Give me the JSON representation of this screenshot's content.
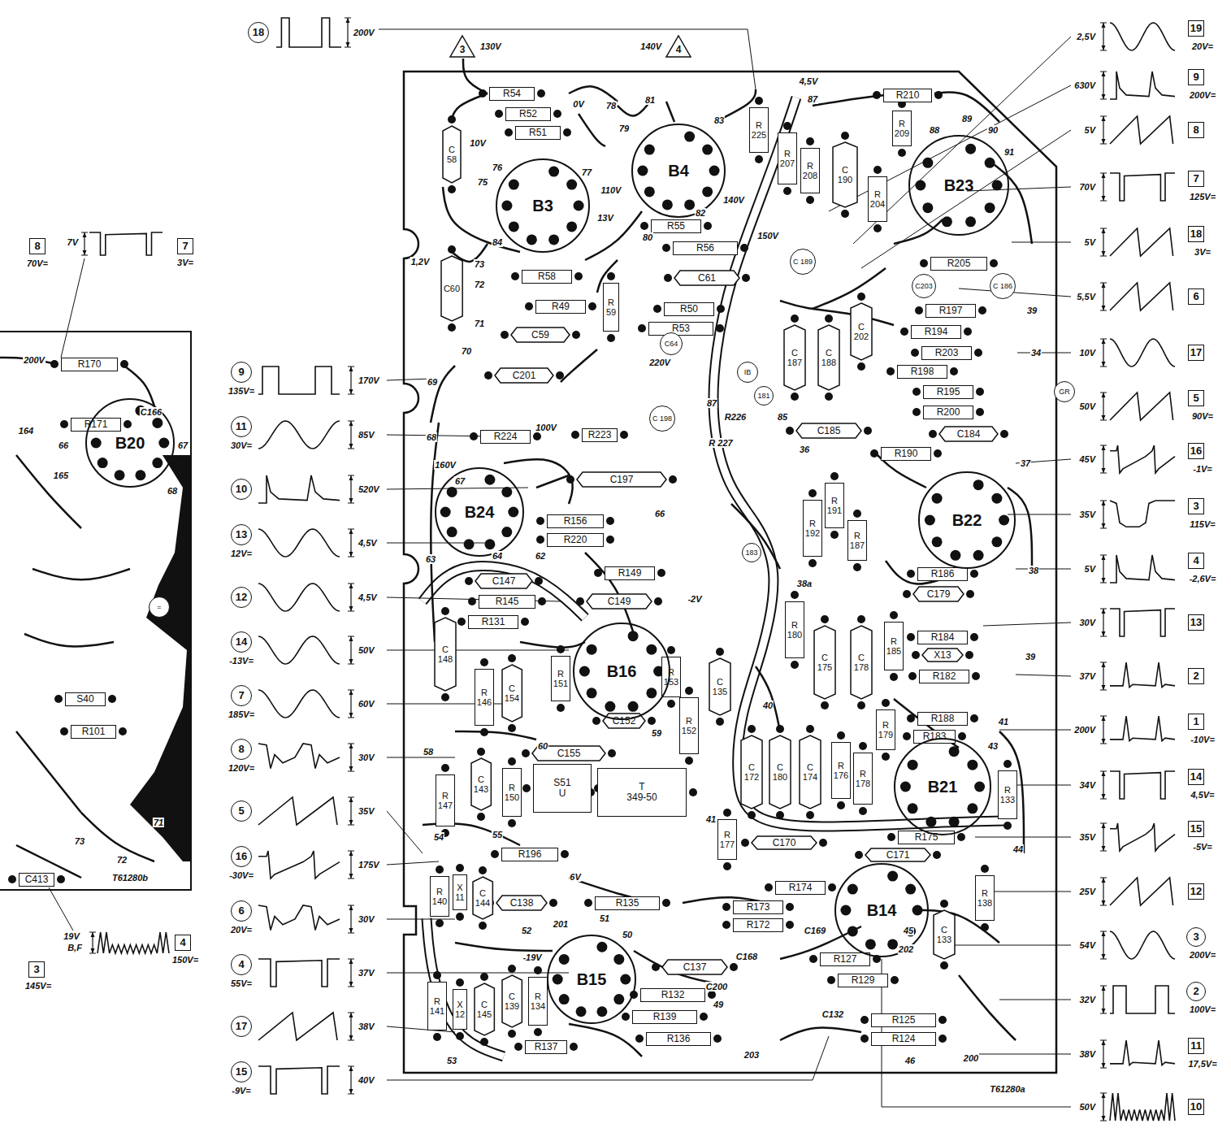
{
  "diagram": {
    "nodes": [
      {
        "text": [
          "R54"
        ]
      },
      {
        "text": [
          "R52"
        ]
      },
      {
        "text": [
          "R51"
        ]
      },
      {
        "text": [
          "C 58"
        ]
      },
      {
        "text": [
          "R210"
        ]
      },
      {
        "text": [
          "R 225"
        ]
      },
      {
        "text": [
          "R 207"
        ]
      },
      {
        "text": [
          "R 208"
        ]
      },
      {
        "text": [
          "C 190"
        ]
      },
      {
        "text": [
          "R 204"
        ]
      },
      {
        "text": [
          "R 209"
        ]
      },
      {
        "text": [
          "R55"
        ]
      },
      {
        "text": [
          "R56"
        ]
      },
      {
        "text": [
          "R58"
        ]
      },
      {
        "text": [
          "C61"
        ]
      },
      {
        "text": [
          "R49"
        ]
      },
      {
        "text": [
          "R50"
        ]
      },
      {
        "text": [
          "R53"
        ]
      },
      {
        "text": [
          "C59"
        ]
      },
      {
        "text": [
          "R 59"
        ]
      },
      {
        "text": [
          "C60"
        ]
      },
      {
        "text": [
          "C201"
        ]
      },
      {
        "text": [
          "R205"
        ]
      },
      {
        "text": [
          "R197"
        ]
      },
      {
        "text": [
          "R194"
        ]
      },
      {
        "text": [
          "R203"
        ]
      },
      {
        "text": [
          "R198"
        ]
      },
      {
        "text": [
          "R195"
        ]
      },
      {
        "text": [
          "R200"
        ]
      },
      {
        "text": [
          "C184"
        ]
      },
      {
        "text": [
          "C185"
        ]
      },
      {
        "text": [
          "R190"
        ]
      },
      {
        "text": [
          "C 187"
        ]
      },
      {
        "text": [
          "C 188"
        ]
      },
      {
        "text": [
          "C 202"
        ]
      },
      {
        "text": [
          "R 192"
        ]
      },
      {
        "text": [
          "R 191"
        ]
      },
      {
        "text": [
          "R 187"
        ]
      },
      {
        "text": [
          "R224"
        ]
      },
      {
        "text": [
          "R223"
        ]
      },
      {
        "text": [
          "C197"
        ]
      },
      {
        "text": [
          "R156"
        ]
      },
      {
        "text": [
          "R220"
        ]
      },
      {
        "text": [
          "C147"
        ]
      },
      {
        "text": [
          "R145"
        ]
      },
      {
        "text": [
          "R149"
        ]
      },
      {
        "text": [
          "C149"
        ]
      },
      {
        "text": [
          "R131"
        ]
      },
      {
        "text": [
          "C 148"
        ]
      },
      {
        "text": [
          "R 146"
        ]
      },
      {
        "text": [
          "C 154"
        ]
      },
      {
        "text": [
          "R 151"
        ]
      },
      {
        "text": [
          "R 153"
        ]
      },
      {
        "text": [
          "C 135"
        ]
      },
      {
        "text": [
          "R 152"
        ]
      },
      {
        "text": [
          "C152"
        ]
      },
      {
        "text": [
          "C155"
        ]
      },
      {
        "text": [
          "R 147"
        ]
      },
      {
        "text": [
          "C 143"
        ]
      },
      {
        "text": [
          "R 150"
        ]
      },
      {
        "text": [
          "S51",
          "U"
        ]
      },
      {
        "text": [
          "T",
          "349-50"
        ]
      },
      {
        "text": [
          "R196"
        ]
      },
      {
        "text": [
          "R 140"
        ]
      },
      {
        "text": [
          "X 11"
        ]
      },
      {
        "text": [
          "C 144"
        ]
      },
      {
        "text": [
          "C138"
        ]
      },
      {
        "text": [
          "R135"
        ]
      },
      {
        "text": [
          "C 139"
        ]
      },
      {
        "text": [
          "R 134"
        ]
      },
      {
        "text": [
          "R 141"
        ]
      },
      {
        "text": [
          "X 12"
        ]
      },
      {
        "text": [
          "C 145"
        ]
      },
      {
        "text": [
          "R137"
        ]
      },
      {
        "text": [
          "C137"
        ]
      },
      {
        "text": [
          "R132"
        ]
      },
      {
        "text": [
          "R139"
        ]
      },
      {
        "text": [
          "R136"
        ]
      },
      {
        "text": [
          "R 180"
        ]
      },
      {
        "text": [
          "C 175"
        ]
      },
      {
        "text": [
          "C 178"
        ]
      },
      {
        "text": [
          "R 185"
        ]
      },
      {
        "text": [
          "R186"
        ]
      },
      {
        "text": [
          "C179"
        ]
      },
      {
        "text": [
          "R184"
        ]
      },
      {
        "text": [
          "X13"
        ]
      },
      {
        "text": [
          "R182"
        ]
      },
      {
        "text": [
          "R188"
        ]
      },
      {
        "text": [
          "R183"
        ]
      },
      {
        "text": [
          "C 172"
        ]
      },
      {
        "text": [
          "C 180"
        ]
      },
      {
        "text": [
          "C 174"
        ]
      },
      {
        "text": [
          "R 176"
        ]
      },
      {
        "text": [
          "R 178"
        ]
      },
      {
        "text": [
          "R 179"
        ]
      },
      {
        "text": [
          "R 133"
        ]
      },
      {
        "text": [
          "R 177"
        ]
      },
      {
        "text": [
          "C170"
        ]
      },
      {
        "text": [
          "R174"
        ]
      },
      {
        "text": [
          "R175"
        ]
      },
      {
        "text": [
          "C171"
        ]
      },
      {
        "text": [
          "R173"
        ]
      },
      {
        "text": [
          "R172"
        ]
      },
      {
        "text": [
          "R127"
        ]
      },
      {
        "text": [
          "R129"
        ]
      },
      {
        "text": [
          "R125"
        ]
      },
      {
        "text": [
          "R124"
        ]
      },
      {
        "text": [
          "C 133"
        ]
      },
      {
        "text": [
          "R 138"
        ]
      },
      {
        "text": [
          "B3"
        ]
      },
      {
        "text": [
          "B4"
        ]
      },
      {
        "text": [
          "B23"
        ]
      },
      {
        "text": [
          "B24"
        ]
      },
      {
        "text": [
          "B16"
        ]
      },
      {
        "text": [
          "B22"
        ]
      },
      {
        "text": [
          "B21"
        ]
      },
      {
        "text": [
          "B14"
        ]
      },
      {
        "text": [
          "B15"
        ]
      },
      {
        "text": [
          "C 189"
        ]
      },
      {
        "text": [
          "C 186"
        ]
      },
      {
        "text": [
          "C 198"
        ]
      },
      {
        "text": [
          "C64"
        ]
      },
      {
        "text": [
          "181"
        ]
      },
      {
        "text": [
          "IB"
        ]
      },
      {
        "text": [
          "GR"
        ]
      },
      {
        "text": [
          "C203"
        ]
      },
      {
        "text": [
          "183"
        ]
      },
      {
        "text": [
          "R170"
        ]
      },
      {
        "text": [
          "R171"
        ]
      },
      {
        "text": [
          "B20"
        ]
      },
      {
        "text": [
          "S40"
        ]
      },
      {
        "text": [
          "R101"
        ]
      },
      {
        "text": [
          "C413"
        ]
      },
      {
        "text": [
          "="
        ]
      },
      {
        "text": [
          "18"
        ]
      },
      {
        "text": [
          "3"
        ]
      },
      {
        "text": [
          "4"
        ]
      },
      {
        "text": [
          "9"
        ]
      },
      {
        "text": [
          "11"
        ]
      },
      {
        "text": [
          "10"
        ]
      },
      {
        "text": [
          "13"
        ]
      },
      {
        "text": [
          "12"
        ]
      },
      {
        "text": [
          "14"
        ]
      },
      {
        "text": [
          "7"
        ]
      },
      {
        "text": [
          "8"
        ]
      },
      {
        "text": [
          "5"
        ]
      },
      {
        "text": [
          "16"
        ]
      },
      {
        "text": [
          "6"
        ]
      },
      {
        "text": [
          "4"
        ]
      },
      {
        "text": [
          "17"
        ]
      },
      {
        "text": [
          "15"
        ]
      },
      {
        "text": [
          "19"
        ]
      },
      {
        "text": [
          "9"
        ]
      },
      {
        "text": [
          "8"
        ]
      },
      {
        "text": [
          "7"
        ]
      },
      {
        "text": [
          "18"
        ]
      },
      {
        "text": [
          "6"
        ]
      },
      {
        "text": [
          "17"
        ]
      },
      {
        "text": [
          "5"
        ]
      },
      {
        "text": [
          "16"
        ]
      },
      {
        "text": [
          "3"
        ]
      },
      {
        "text": [
          "4"
        ]
      },
      {
        "text": [
          "13"
        ]
      },
      {
        "text": [
          "2"
        ]
      },
      {
        "text": [
          "1"
        ]
      },
      {
        "text": [
          "14"
        ]
      },
      {
        "text": [
          "15"
        ]
      },
      {
        "text": [
          "12"
        ]
      },
      {
        "text": [
          "3"
        ]
      },
      {
        "text": [
          "2"
        ]
      },
      {
        "text": [
          "11"
        ]
      },
      {
        "text": [
          "10"
        ]
      },
      {
        "text": [
          "8"
        ]
      },
      {
        "text": [
          "7"
        ]
      },
      {
        "text": [
          "4"
        ]
      },
      {
        "text": [
          "3"
        ]
      }
    ],
    "labels": [
      "130V",
      "140V",
      "0V",
      "78",
      "79",
      "81",
      "83",
      "4,5V",
      "87",
      "89",
      "88",
      "90",
      "91",
      "76",
      "75",
      "10V",
      "77",
      "110V",
      "13V",
      "84",
      "1,2V",
      "73",
      "72",
      "71",
      "70",
      "80",
      "82",
      "140V",
      "150V",
      "220V",
      "39",
      "34",
      "R226",
      "85",
      "87",
      "R 227",
      "36",
      "37",
      "38",
      "38a",
      "69",
      "68",
      "160V",
      "100V",
      "67",
      "66",
      "64",
      "62",
      "63",
      "-2V",
      "58",
      "60",
      "59",
      "40",
      "39",
      "41",
      "43",
      "54",
      "55",
      "41",
      "44",
      "6V",
      "51",
      "52",
      "201",
      "50",
      "C168",
      "C200",
      "49",
      "C169",
      "45",
      "202",
      "C132",
      "-19V",
      "53",
      "203",
      "46",
      "200",
      "T61280a",
      "200V",
      "C166",
      "164",
      "66",
      "67",
      "68",
      "165",
      "73",
      "71",
      "72",
      "T61280b",
      "200V",
      "170V",
      "85V",
      "520V",
      "4,5V",
      "4,5V",
      "50V",
      "60V",
      "30V",
      "35V",
      "175V",
      "30V",
      "37V",
      "38V",
      "40V",
      "135V=",
      "30V=",
      "12V=",
      "-13V=",
      "185V=",
      "120V=",
      "-30V=",
      "20V=",
      "55V=",
      "-9V=",
      "2,5V",
      "630V",
      "5V",
      "70V",
      "5V",
      "5,5V",
      "10V",
      "50V",
      "45V",
      "35V",
      "5V",
      "30V",
      "37V",
      "200V",
      "34V",
      "35V",
      "25V",
      "54V",
      "32V",
      "38V",
      "50V",
      "20V=",
      "200V=",
      "125V=",
      "3V=",
      "90V=",
      "-1V=",
      "115V=",
      "-2,6V=",
      "-10V=",
      "4,5V=",
      "-5V=",
      "200V=",
      "100V=",
      "17,5V=",
      "7V",
      "70V=",
      "3V=",
      "19V",
      "B,F",
      "150V=",
      "145V="
    ]
  }
}
